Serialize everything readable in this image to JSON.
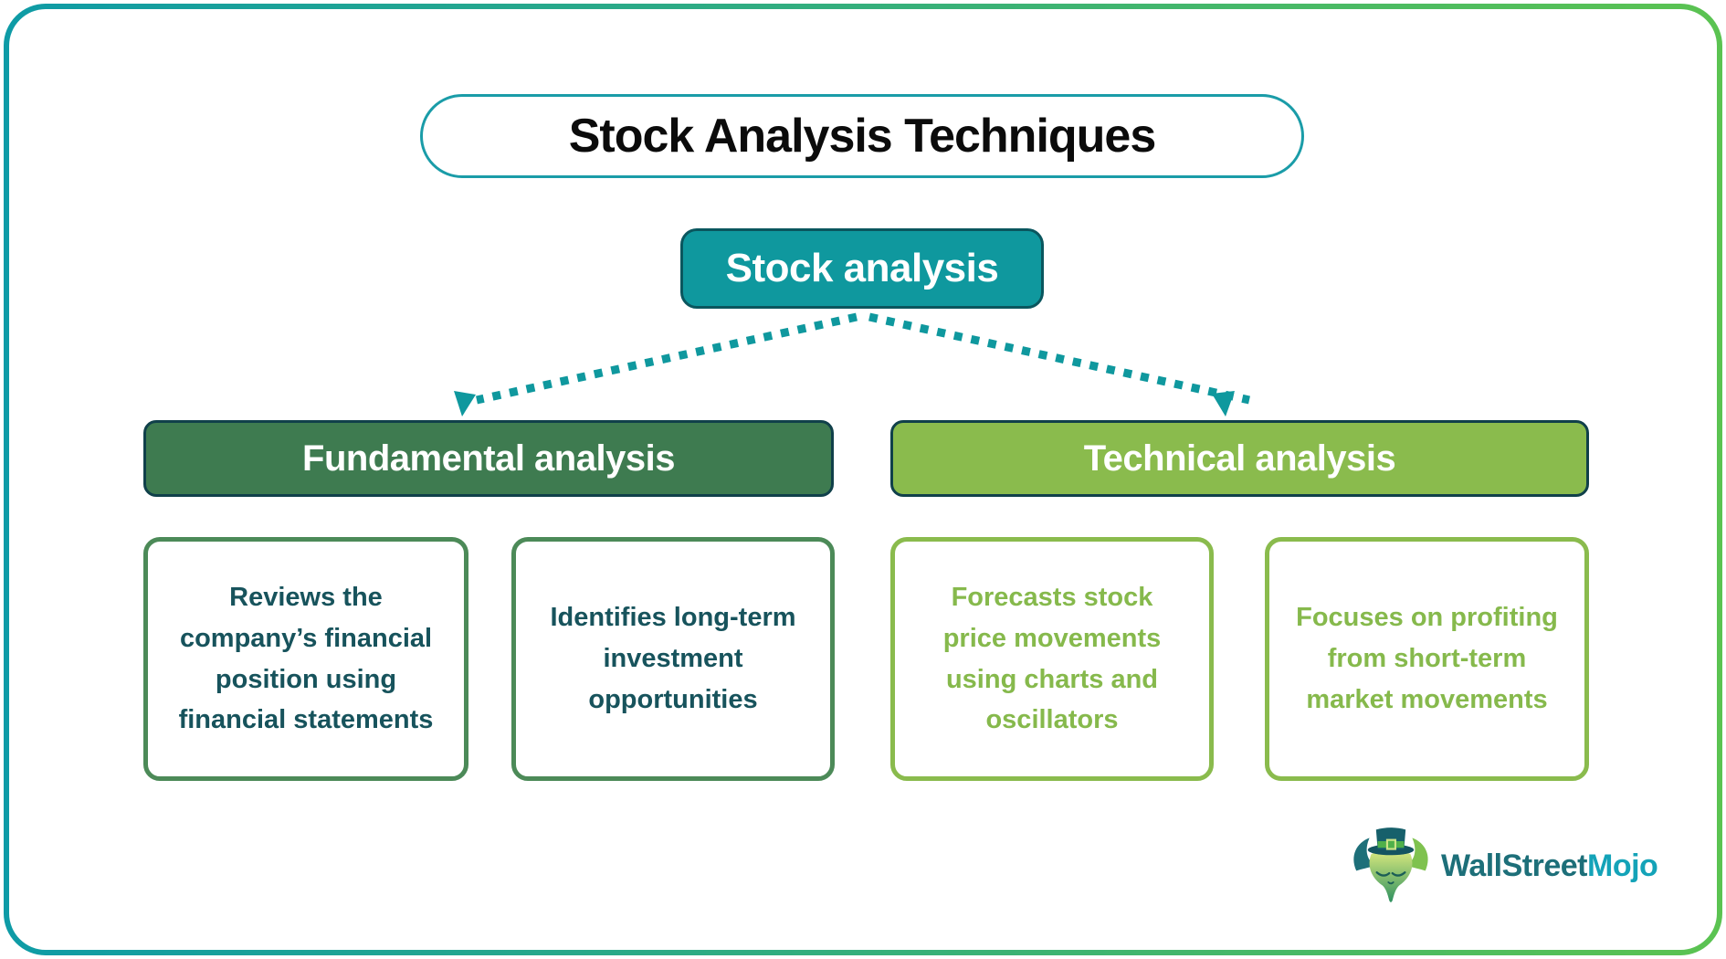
{
  "colors": {
    "frame_start": "#0E9BA6",
    "frame_end": "#5BC351",
    "title_border": "#1A9CA8",
    "title_text": "#0B0B0B",
    "teal": "#0F989E",
    "teal_dark": "#0A565E",
    "node_border": "#10404A",
    "dark_green": "#3E7B50",
    "light_green": "#8ABB4D",
    "desc_border_green": "#4C8A58",
    "desc_text_teal": "#17535C",
    "desc_text_green": "#86B94C",
    "logo_dark": "#1D6F79",
    "logo_cyan": "#14A3B8"
  },
  "title": {
    "label": "Stock Analysis Techniques"
  },
  "root": {
    "label": "Stock analysis"
  },
  "branches": [
    {
      "label": "Fundamental analysis",
      "children": [
        "Reviews the company’s financial position using financial statements",
        "Identifies long-term investment opportunities"
      ]
    },
    {
      "label": "Technical analysis",
      "children": [
        "Forecasts stock price movements using charts and oscillators",
        "Focuses on profiting from short-term market movements"
      ]
    }
  ],
  "logo": {
    "brand_primary": "WallStreet",
    "brand_secondary": "Mojo"
  }
}
